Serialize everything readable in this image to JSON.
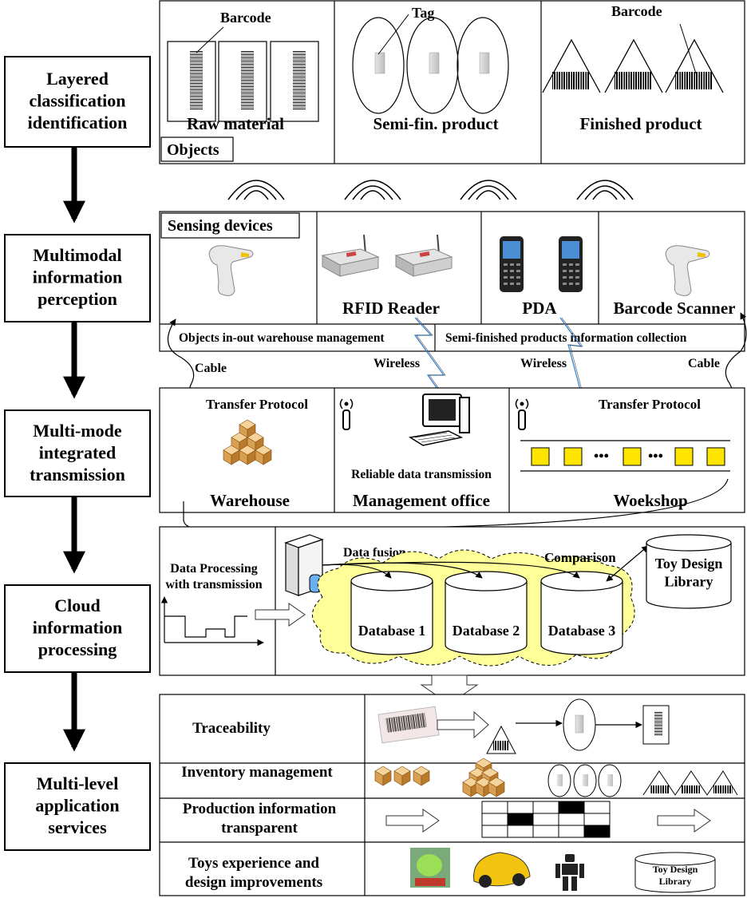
{
  "layers": [
    {
      "label": "Layered\nclassification\nidentification"
    },
    {
      "label": "Multimodal\ninformation\nperception"
    },
    {
      "label": "Multi-mode\nintegrated\ntransmission"
    },
    {
      "label": "Cloud\ninformation\nprocessing"
    },
    {
      "label": "Multi-level\napplication\nservices"
    }
  ],
  "objects": {
    "title": "Objects",
    "raw": {
      "name": "Raw material",
      "annotation": "Barcode"
    },
    "semi": {
      "name": "Semi-fin. product",
      "annotation": "Tag"
    },
    "finished": {
      "name": "Finished product",
      "annotation": "Barcode"
    }
  },
  "sensing": {
    "title": "Sensing devices",
    "rfid": "RFID Reader",
    "pda": "PDA",
    "scanner": "Barcode Scanner",
    "left_info": "Objects in-out warehouse management",
    "right_info": "Semi-finished products information collection"
  },
  "links": {
    "cable_left": "Cable",
    "wireless_1": "Wireless",
    "wireless_2": "Wireless",
    "cable_right": "Cable"
  },
  "transmission": {
    "protocol_left": "Transfer Protocol",
    "protocol_right": "Transfer Protocol",
    "reliable": "Reliable data transmission",
    "warehouse": "Warehouse",
    "office": "Management office",
    "workshop": "Woekshop",
    "dots": "•••"
  },
  "cloud": {
    "data_processing": "Data Processing\nwith transmission",
    "data_fusion": "Data fusion",
    "comparison": "Comparison",
    "toy_library": "Toy Design\nLibrary",
    "databases": [
      "Database 1",
      "Database 2",
      "Database 3"
    ]
  },
  "services": {
    "traceability": "Traceability",
    "inventory": "Inventory management",
    "production": "Production information\ntransparent",
    "toys": "Toys experience and\ndesign improvements",
    "toy_library_small": "Toy Design\nLibrary"
  }
}
